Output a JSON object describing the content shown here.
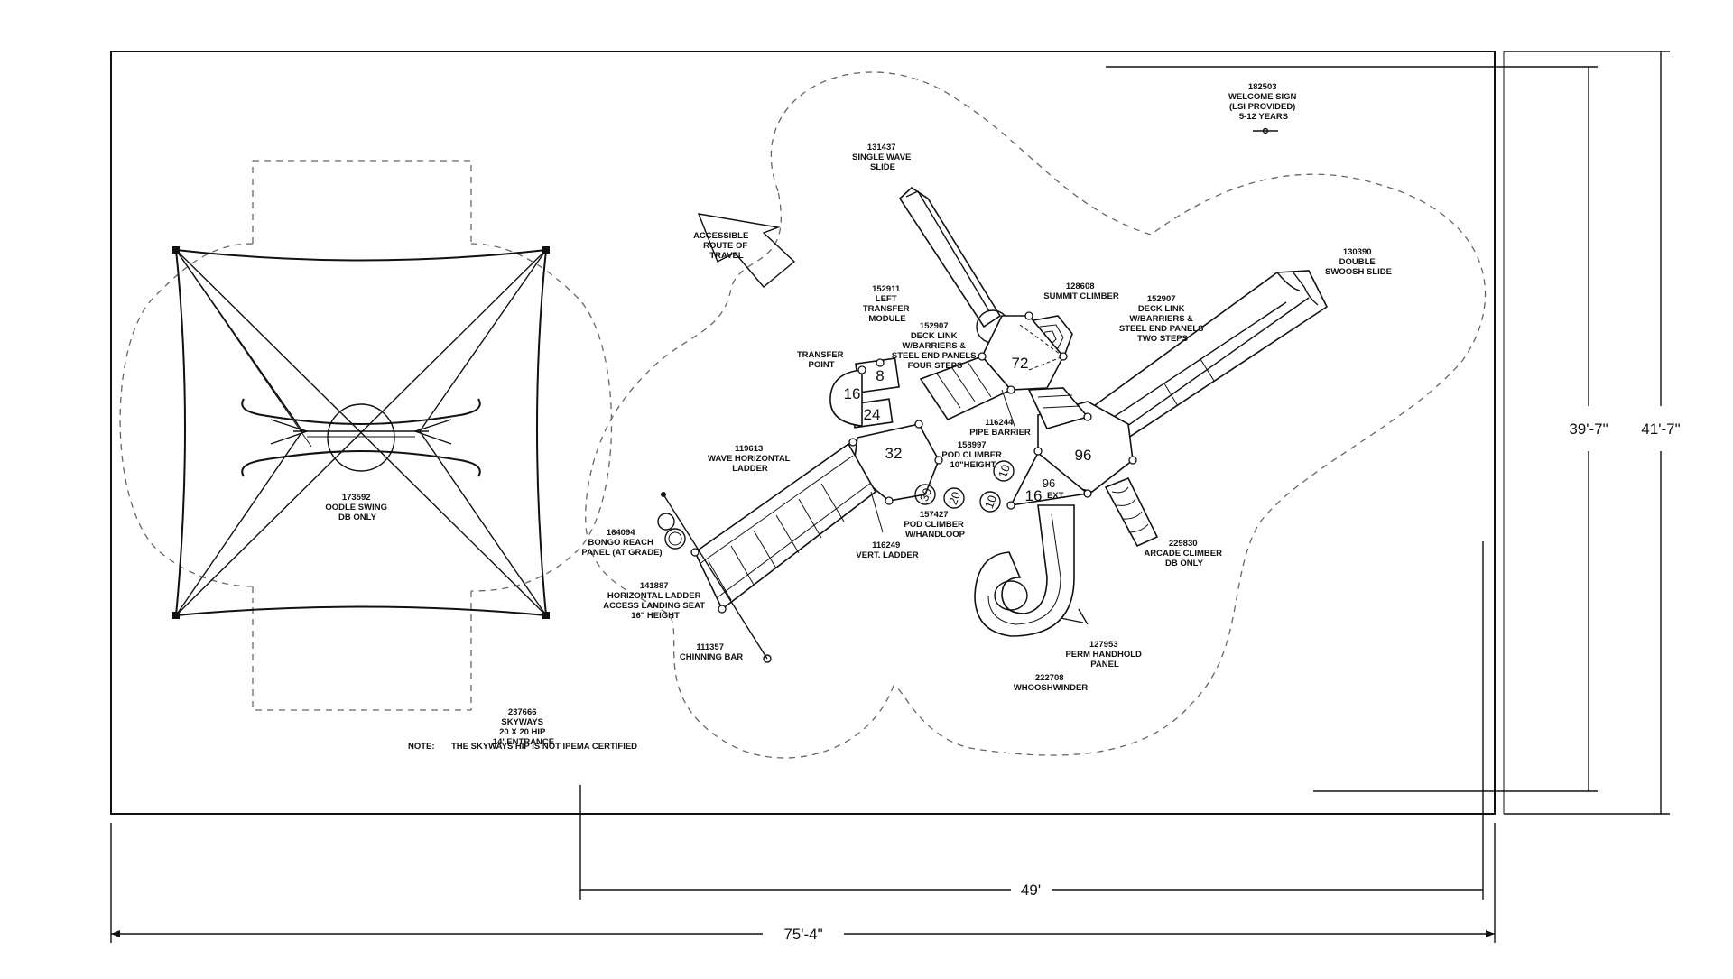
{
  "labels": {
    "swing": [
      "173592",
      "OODLE SWING",
      "DB ONLY"
    ],
    "skyways": [
      "237666",
      "SKYWAYS",
      "20 X 20 HIP",
      "14' ENTRANCE"
    ],
    "note_key": "NOTE:",
    "note_text": "THE SKYWAYS HIP IS NOT IPEMA CERTIFIED",
    "route": [
      "ACCESSIBLE",
      "ROUTE OF",
      "TRAVEL"
    ],
    "welcome": [
      "182503",
      "WELCOME SIGN",
      "(LSI PROVIDED)",
      "5-12 YEARS"
    ],
    "single_wave": [
      "131437",
      "SINGLE WAVE",
      "SLIDE"
    ],
    "left_transfer": [
      "152911",
      "LEFT",
      "TRANSFER",
      "MODULE"
    ],
    "deck_link_four": [
      "152907",
      "DECK LINK",
      "W/BARRIERS &",
      "STEEL END PANELS",
      "FOUR STEPS"
    ],
    "summit": [
      "128608",
      "SUMMIT CLIMBER"
    ],
    "deck_link_two": [
      "152907",
      "DECK LINK",
      "W/BARRIERS &",
      "STEEL END PANELS",
      "TWO STEPS"
    ],
    "double_swoosh": [
      "130390",
      "DOUBLE",
      "SWOOSH SLIDE"
    ],
    "transfer_point": [
      "TRANSFER",
      "POINT"
    ],
    "wave_ladder": [
      "119613",
      "WAVE HORIZONTAL",
      "LADDER"
    ],
    "pipe_barrier": [
      "116244",
      "PIPE BARRIER"
    ],
    "pod_climber_10": [
      "158997",
      "POD CLIMBER",
      "10\"HEIGHT"
    ],
    "pod_climber_hl": [
      "157427",
      "POD CLIMBER",
      "W/HANDLOOP"
    ],
    "vert_ladder": [
      "116249",
      "VERT. LADDER"
    ],
    "bongo": [
      "164094",
      "BONGO REACH",
      "PANEL (AT GRADE)"
    ],
    "horiz_ladder": [
      "141887",
      "HORIZONTAL LADDER",
      "ACCESS LANDING SEAT",
      "16\" HEIGHT"
    ],
    "chinning": [
      "111357",
      "CHINNING BAR"
    ],
    "arcade": [
      "229830",
      "ARCADE CLIMBER",
      "DB ONLY"
    ],
    "handhold": [
      "127953",
      "PERM HANDHOLD",
      "PANEL"
    ],
    "whooshwinder": [
      "222708",
      "WHOOSHWINDER"
    ]
  },
  "deck_heights": {
    "d8": "8",
    "d16a": "16",
    "d24": "24",
    "d32": "32",
    "d72": "72",
    "d96": "96",
    "d96ext": "96",
    "ext": "EXT.",
    "d16b": "16"
  },
  "pods": [
    "10",
    "30",
    "20",
    "10"
  ],
  "dimensions": {
    "total_width": "75'-4\"",
    "play_width": "49'",
    "height_inner": "39'-7\"",
    "height_outer": "41'-7\""
  }
}
